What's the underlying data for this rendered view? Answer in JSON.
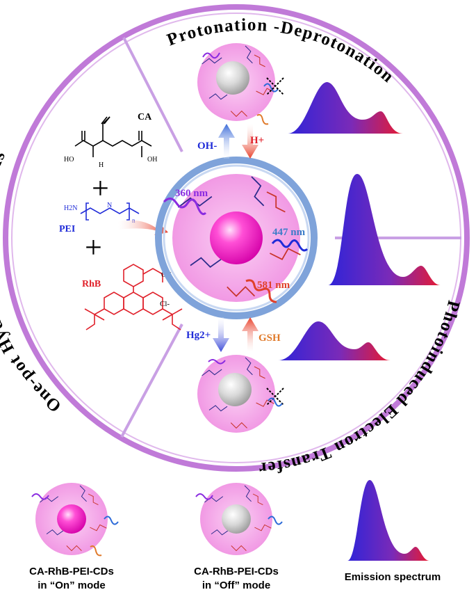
{
  "arc_titles": {
    "top_right": "Protonation -Deprotonation",
    "right": "Photoinduced Electron Transfer",
    "left": "One-pot Hydrothermal Synthesis"
  },
  "reagents": {
    "ca": "CA",
    "pei": "PEI",
    "rhb": "RhB",
    "plus": "+",
    "ho_left": "HO",
    "oh_right": "OH",
    "oh_rhb": "OH",
    "h_label": "H",
    "h2n": "H2N",
    "nh": "N",
    "n_sub": "n",
    "cl": "Cl-"
  },
  "wavelengths": {
    "excitation": "360 nm",
    "blue_emission": "447 nm",
    "red_emission": "581 nm"
  },
  "stimuli": {
    "oh": "OH-",
    "h": "H+",
    "hg": "Hg2+",
    "gsh": "GSH"
  },
  "legend": {
    "on_line1": "CA-RhB-PEI-CDs",
    "on_line2": "in “On” mode",
    "off_line1": "CA-RhB-PEI-CDs",
    "off_line2": "in “Off” mode",
    "spectrum": "Emission spectrum"
  },
  "colors": {
    "ring_purple": "#c07ad8",
    "ring_inner": "#7fa3da",
    "magenta": "#ff1ec8",
    "halo_pink": "#f7a8ec",
    "spectrum_blue": "#3a2bd6",
    "spectrum_red": "#e01a3a",
    "blue_text": "#1f2bd8",
    "red_text": "#e0202a"
  }
}
